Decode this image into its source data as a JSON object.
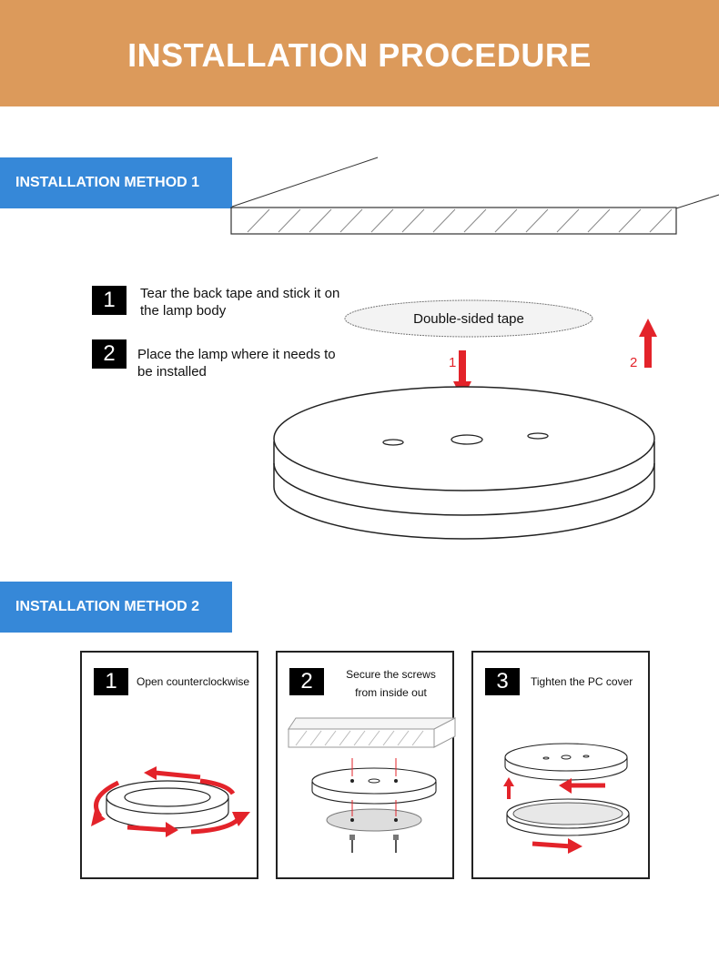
{
  "header": {
    "title": "INSTALLATION PROCEDURE"
  },
  "method1": {
    "label": "INSTALLATION METHOD 1",
    "steps": [
      {
        "num": "1",
        "text": "Tear the back tape and stick it on the lamp body"
      },
      {
        "num": "2",
        "text": "Place the lamp where it needs to be installed"
      }
    ],
    "tape_label": "Double-sided tape",
    "arrow_labels": [
      "1",
      "2"
    ]
  },
  "method2": {
    "label": "INSTALLATION METHOD 2",
    "panels": [
      {
        "num": "1",
        "text": "Open counterclockwise"
      },
      {
        "num": "2",
        "text": "Secure the screws from inside out"
      },
      {
        "num": "3",
        "text": "Tighten the PC cover"
      }
    ]
  },
  "colors": {
    "header_bg": "#dc9a5b",
    "tag_bg": "#3688d8",
    "arrow_red": "#e3232a"
  }
}
